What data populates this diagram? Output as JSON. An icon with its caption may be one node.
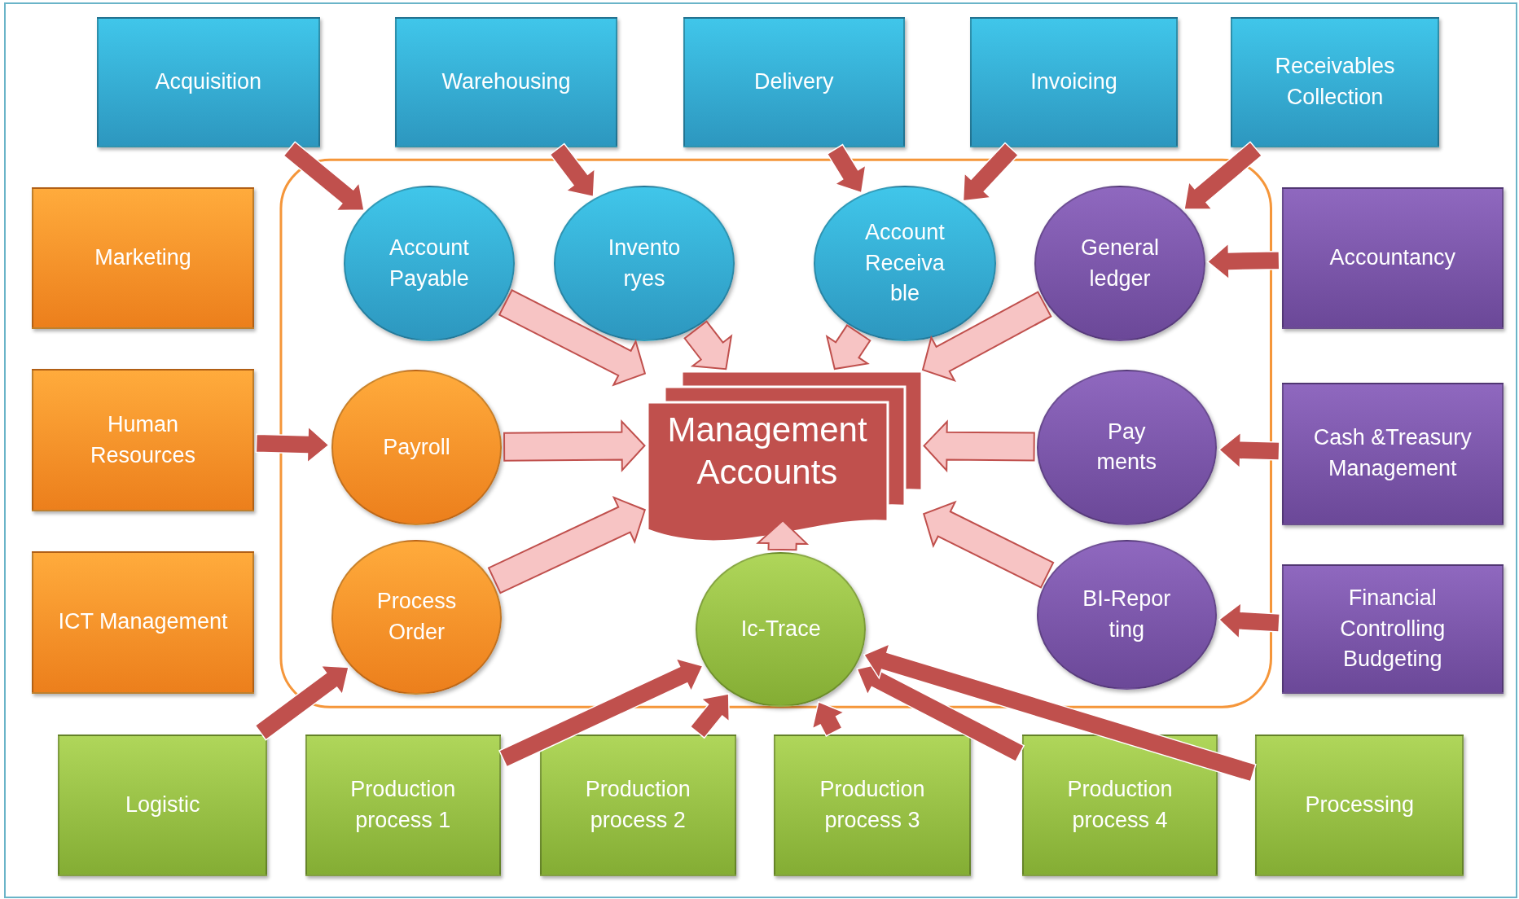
{
  "diagram": {
    "nodes": [
      {
        "text": [
          "Acquisition"
        ]
      },
      {
        "text": [
          "Warehousing"
        ]
      },
      {
        "text": [
          "Delivery"
        ]
      },
      {
        "text": [
          "Invoicing"
        ]
      },
      {
        "text": [
          "Receivables Collection"
        ]
      },
      {
        "text": [
          "Marketing"
        ]
      },
      {
        "text": [
          "Account Payable"
        ]
      },
      {
        "text": [
          "Invento ryes"
        ]
      },
      {
        "text": [
          "Account Receiva ble"
        ]
      },
      {
        "text": [
          "General ledger"
        ]
      },
      {
        "text": [
          "Accountancy"
        ]
      },
      {
        "text": [
          "Human Resources"
        ]
      },
      {
        "text": [
          "Payroll"
        ]
      },
      {
        "text": [
          "Management Accounts"
        ]
      },
      {
        "text": [
          "Pay ments"
        ]
      },
      {
        "text": [
          "Cash &Treasury Management"
        ]
      },
      {
        "text": [
          "ICT Management"
        ]
      },
      {
        "text": [
          "Process Order"
        ]
      },
      {
        "text": [
          "Ic-Trace"
        ]
      },
      {
        "text": [
          "BI-Repor ting"
        ]
      },
      {
        "text": [
          "Financial Controlling Budgeting"
        ]
      },
      {
        "text": [
          "Logistic"
        ]
      },
      {
        "text": [
          "Production process 1"
        ]
      },
      {
        "text": [
          "Production process 2"
        ]
      },
      {
        "text": [
          "Production process 3"
        ]
      },
      {
        "text": [
          "Production process 4"
        ]
      },
      {
        "text": [
          "Processing"
        ]
      }
    ],
    "edges": [
      {
        "from": 0,
        "to": 6,
        "arrow": "to"
      },
      {
        "from": 1,
        "to": 7,
        "arrow": "to"
      },
      {
        "from": 2,
        "to": 8,
        "arrow": "to"
      },
      {
        "from": 3,
        "to": 8,
        "arrow": "to"
      },
      {
        "from": 4,
        "to": 9,
        "arrow": "to"
      },
      {
        "from": 10,
        "to": 9,
        "arrow": "to"
      },
      {
        "from": 11,
        "to": 12,
        "arrow": "to"
      },
      {
        "from": 15,
        "to": 14,
        "arrow": "to"
      },
      {
        "from": 20,
        "to": 19,
        "arrow": "to"
      },
      {
        "from": 21,
        "to": 17,
        "arrow": "to"
      },
      {
        "from": 22,
        "to": 18,
        "arrow": "to"
      },
      {
        "from": 23,
        "to": 18,
        "arrow": "to"
      },
      {
        "from": 24,
        "to": 18,
        "arrow": "to"
      },
      {
        "from": 25,
        "to": 18,
        "arrow": "to"
      },
      {
        "from": 26,
        "to": 18,
        "arrow": "to"
      },
      {
        "from": 6,
        "to": 13,
        "arrow": "to",
        "color": "#f7c4c4"
      },
      {
        "from": 7,
        "to": 13,
        "arrow": "to",
        "color": "#f7c4c4"
      },
      {
        "from": 8,
        "to": 13,
        "arrow": "to",
        "color": "#f7c4c4"
      },
      {
        "from": 9,
        "to": 13,
        "arrow": "to",
        "color": "#f7c4c4"
      },
      {
        "from": 12,
        "to": 13,
        "arrow": "to",
        "color": "#f7c4c4"
      },
      {
        "from": 14,
        "to": 13,
        "arrow": "to",
        "color": "#f7c4c4"
      },
      {
        "from": 17,
        "to": 13,
        "arrow": "to",
        "color": "#f7c4c4"
      },
      {
        "from": 19,
        "to": 13,
        "arrow": "to",
        "color": "#f7c4c4"
      },
      {
        "from": 18,
        "to": 13,
        "arrow": "to",
        "color": "#f7c4c4"
      }
    ]
  }
}
